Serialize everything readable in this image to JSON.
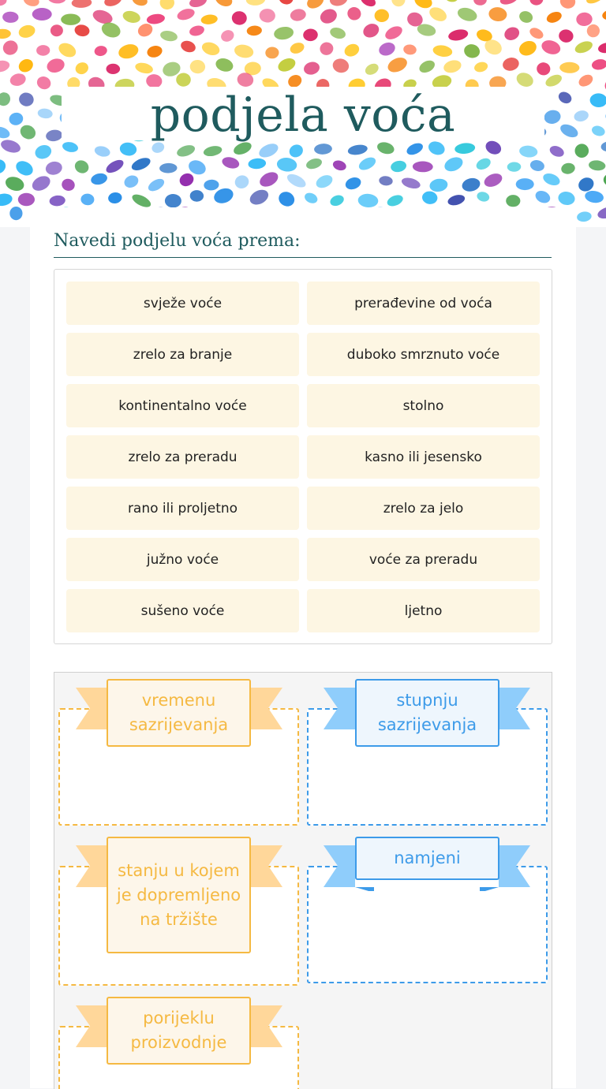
{
  "header": {
    "title": "podjela voća"
  },
  "activity": {
    "instruction": "Navedi podjelu voća prema:",
    "options": [
      "svježe voće",
      "prerađevine od voća",
      "zrelo za branje",
      "duboko smrznuto voće",
      "kontinentalno voće",
      "stolno",
      "zrelo za preradu",
      "kasno ili jesensko",
      "rano ili proljetno",
      "zrelo za jelo",
      "južno voće",
      "voće za preradu",
      "sušeno voće",
      "ljetno"
    ],
    "categories": [
      {
        "label": "vremenu sazrijevanja",
        "theme": "orange"
      },
      {
        "label": "stupnju sazrijevanja",
        "theme": "blue"
      },
      {
        "label": "stanju u kojem je dopremljeno na tržište",
        "theme": "orange"
      },
      {
        "label": "namjeni",
        "theme": "blue"
      },
      {
        "label": "porijeklu proizvodnje",
        "theme": "orange"
      }
    ]
  },
  "colors": {
    "title": "#1f5b5e",
    "option_bg": "#fdf6e3",
    "orange": "#f5b942",
    "orange_ribbon": "#ffd79a",
    "blue": "#3d9be9",
    "blue_ribbon": "#8fcdfb"
  }
}
